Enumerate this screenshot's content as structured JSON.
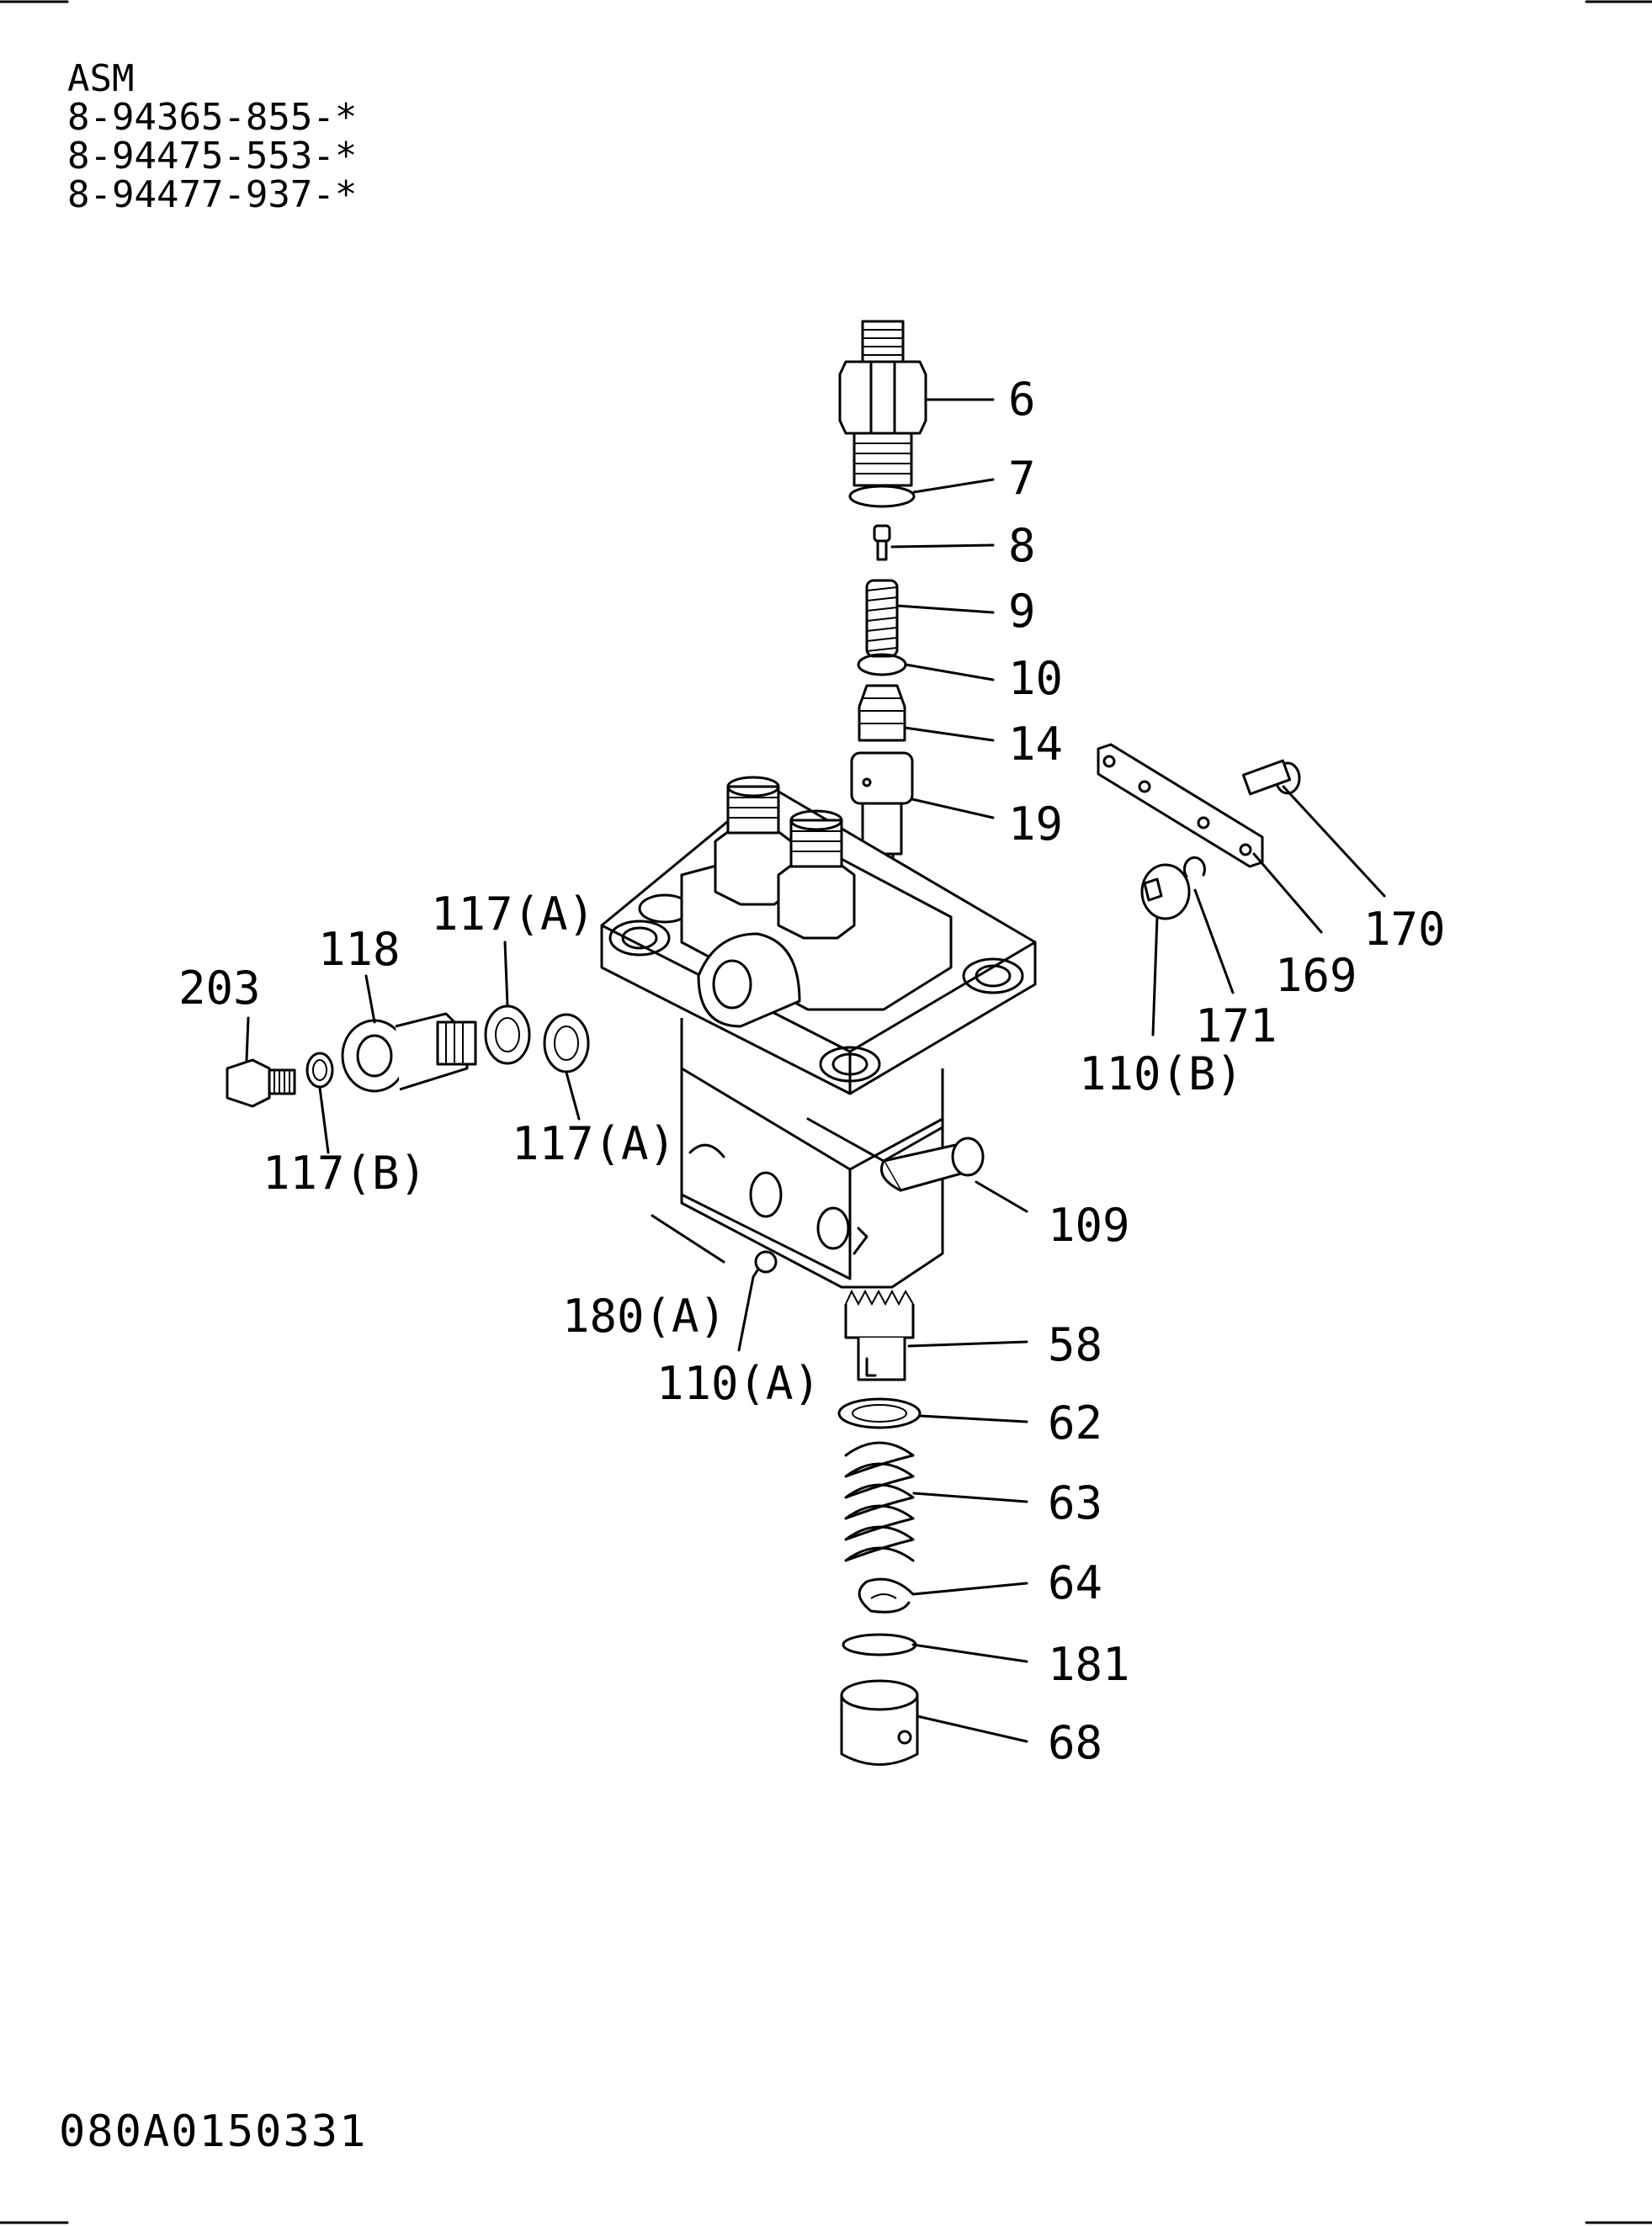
{
  "header": {
    "asm_label": "ASM",
    "part_numbers": [
      "8-94365-855-*",
      "8-94475-553-*",
      "8-94477-937-*"
    ]
  },
  "callouts": [
    {
      "id": "6",
      "text": "6"
    },
    {
      "id": "7",
      "text": "7"
    },
    {
      "id": "8",
      "text": "8"
    },
    {
      "id": "9",
      "text": "9"
    },
    {
      "id": "10",
      "text": "10"
    },
    {
      "id": "14",
      "text": "14"
    },
    {
      "id": "19",
      "text": "19"
    },
    {
      "id": "170",
      "text": "170"
    },
    {
      "id": "169",
      "text": "169"
    },
    {
      "id": "171",
      "text": "171"
    },
    {
      "id": "110b",
      "text": "110(B)"
    },
    {
      "id": "117a_top",
      "text": "117(A)"
    },
    {
      "id": "118",
      "text": "118"
    },
    {
      "id": "203",
      "text": "203"
    },
    {
      "id": "117b",
      "text": "117(B)"
    },
    {
      "id": "117a_mid",
      "text": "117(A)"
    },
    {
      "id": "109",
      "text": "109"
    },
    {
      "id": "180a",
      "text": "180(A)"
    },
    {
      "id": "110a",
      "text": "110(A)"
    },
    {
      "id": "58",
      "text": "58"
    },
    {
      "id": "62",
      "text": "62"
    },
    {
      "id": "63",
      "text": "63"
    },
    {
      "id": "64",
      "text": "64"
    },
    {
      "id": "181",
      "text": "181"
    },
    {
      "id": "68",
      "text": "68"
    }
  ],
  "footer": {
    "drawing_code": "080A0150331"
  }
}
